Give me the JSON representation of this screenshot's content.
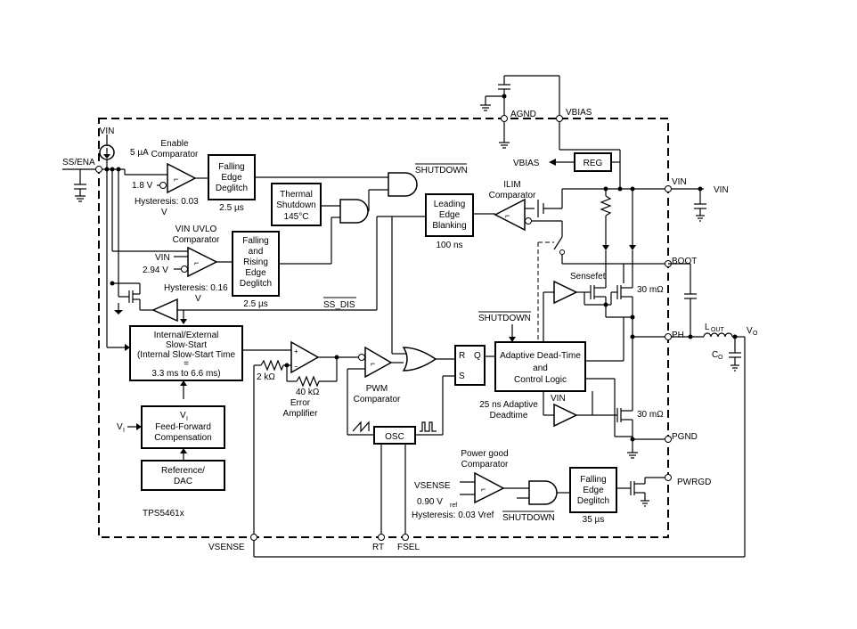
{
  "pins": {
    "ss_ena": "SS/ENA",
    "agnd": "AGND",
    "vbias": "VBIAS",
    "vin": "VIN",
    "boot": "BOOT",
    "ph": "PH",
    "pgnd": "PGND",
    "pwrgd": "PWRGD",
    "vsense": "VSENSE",
    "rt": "RT",
    "fsel": "FSEL"
  },
  "external": {
    "vin": "VIN",
    "lout_main": "L",
    "lout_sub": "OUT",
    "vo_main": "V",
    "vo_sub": "O",
    "co_main": "C",
    "co_sub": "O"
  },
  "blocks": {
    "enable_comp": {
      "vin": "VIN",
      "current": "5 µA",
      "title": [
        "Enable",
        "Comparator"
      ],
      "ref": "1.8 V",
      "hyst": [
        "Hysteresis: 0.03",
        "V"
      ]
    },
    "edge_deglitch1": {
      "lines": [
        "Falling",
        "Edge",
        "Deglitch"
      ],
      "time": "2.5 µs"
    },
    "thermal": {
      "lines": [
        "Thermal",
        "Shutdown",
        "145°C"
      ]
    },
    "uvlo": {
      "title": [
        "VIN UVLO",
        "Comparator"
      ],
      "vin": "VIN",
      "ref": "2.94 V",
      "hyst": [
        "Hysteresis: 0.16",
        "V"
      ]
    },
    "edge_deglitch2": {
      "lines": [
        "Falling",
        "and",
        "Rising",
        "Edge",
        "Deglitch"
      ],
      "time": "2.5 µs"
    },
    "shutdown_top": "SHUTDOWN",
    "ss_dis": "SS_DIS",
    "vbias_out": "VBIAS",
    "reg": "REG",
    "leading_edge": {
      "lines": [
        "Leading",
        "Edge",
        "Blanking"
      ],
      "time": "100 ns"
    },
    "ilim": {
      "title": [
        "ILIM",
        "Comparator"
      ]
    },
    "sensefet": "Sensefet",
    "rds_high": "30 mΩ",
    "rds_low": "30 mΩ",
    "slowstart": {
      "lines": [
        "Internal/External",
        "Slow-Start",
        "(Internal Slow-Start Time",
        "=",
        "3.3 ms to 6.6 ms)"
      ]
    },
    "feedforward": {
      "vi_main": "V",
      "vi_sub": "I",
      "input_main": "V",
      "input_sub": "I",
      "lines": [
        "Feed-Forward",
        "Compensation"
      ]
    },
    "reference": {
      "lines": [
        "Reference/",
        "DAC"
      ]
    },
    "part": "TPS5461x",
    "error_amp": {
      "r1": "2 kΩ",
      "r2": "40 kΩ",
      "title": [
        "Error",
        "Amplifier"
      ]
    },
    "pwm": {
      "title": [
        "PWM",
        "Comparator"
      ]
    },
    "latch": {
      "r": "R",
      "s": "S",
      "q": "Q"
    },
    "adaptive": {
      "lines": [
        "Adaptive Dead-Time",
        "and",
        "Control Logic"
      ],
      "shutdown": "SHUTDOWN",
      "deadtime": [
        "25 ns Adaptive",
        "Deadtime"
      ],
      "vin": "VIN"
    },
    "osc": "OSC",
    "power_good": {
      "title": [
        "Power good",
        "Comparator"
      ],
      "vsense": "VSENSE",
      "ref_main": "0.90 V",
      "ref_sub": "ref",
      "hyst": "Hysteresis: 0.03 Vref",
      "shutdown": "SHUTDOWN"
    },
    "edge_deglitch3": {
      "lines": [
        "Falling",
        "Edge",
        "Deglitch"
      ],
      "time": "35 µs"
    }
  }
}
